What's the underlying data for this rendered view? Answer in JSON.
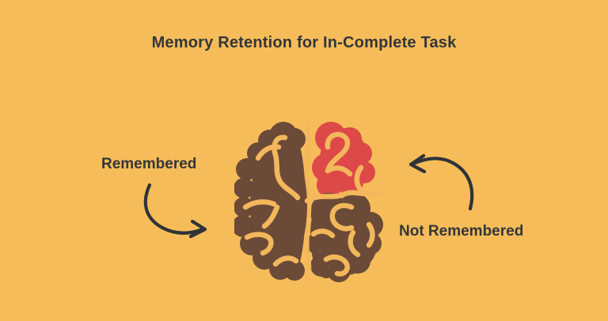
{
  "theme": {
    "background": "#F6BC59",
    "ink": "#33363A",
    "arrow": "#2F3337",
    "brain_remembered": "#6B4A37",
    "brain_not_remembered": "#DD4948",
    "brain_groove": "#F3B75C"
  },
  "title": {
    "text": "Memory Retention for In-Complete Task"
  },
  "annotations": {
    "remembered": {
      "label": "Remembered"
    },
    "not_remembered": {
      "label": "Not Remembered"
    }
  }
}
